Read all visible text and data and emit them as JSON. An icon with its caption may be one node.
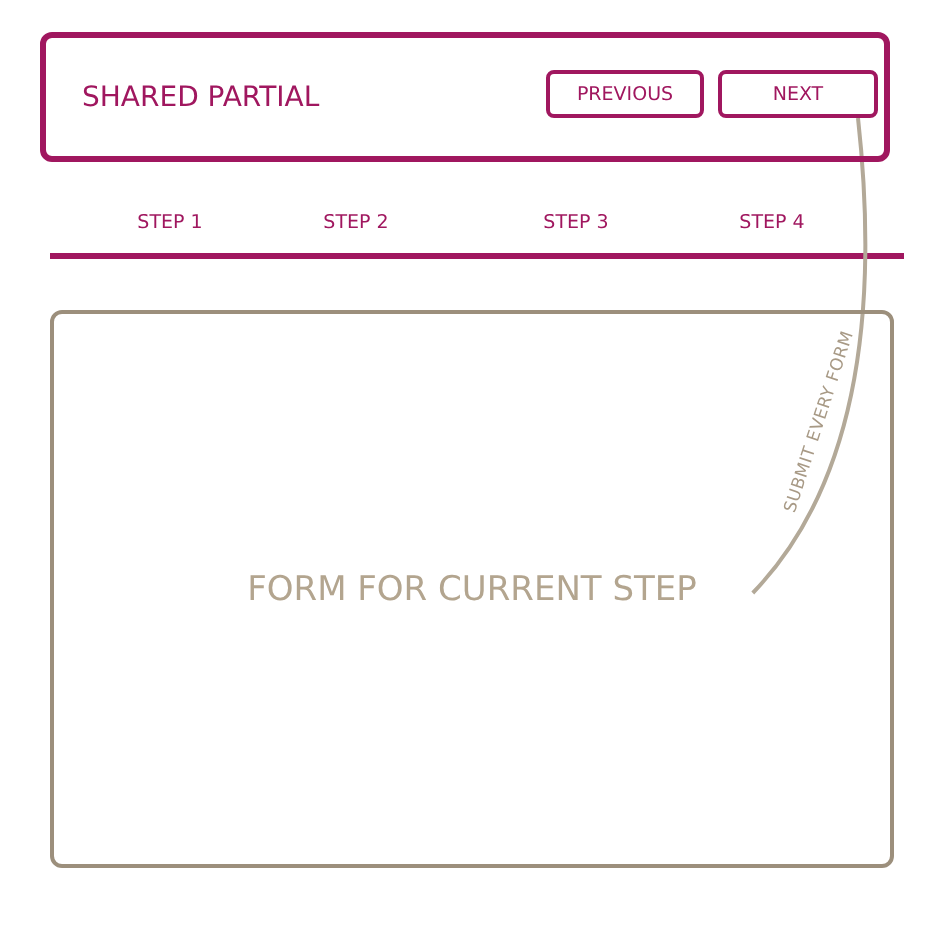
{
  "diagram": {
    "nodes": [
      {
        "text": [
          "SHARED PARTIAL"
        ]
      },
      {
        "text": [
          "PREVIOUS"
        ],
        "in": 0
      },
      {
        "text": [
          "NEXT"
        ],
        "in": 0
      },
      {
        "text": [
          "FORM FOR CURRENT STEP"
        ]
      }
    ],
    "edges": [
      {
        "from": 2,
        "to": 3,
        "arrow": "none",
        "label": "SUBMIT EVERY FORM"
      }
    ],
    "labels": [
      "STEP 1",
      "STEP 2",
      "STEP 3",
      "STEP 4"
    ]
  }
}
